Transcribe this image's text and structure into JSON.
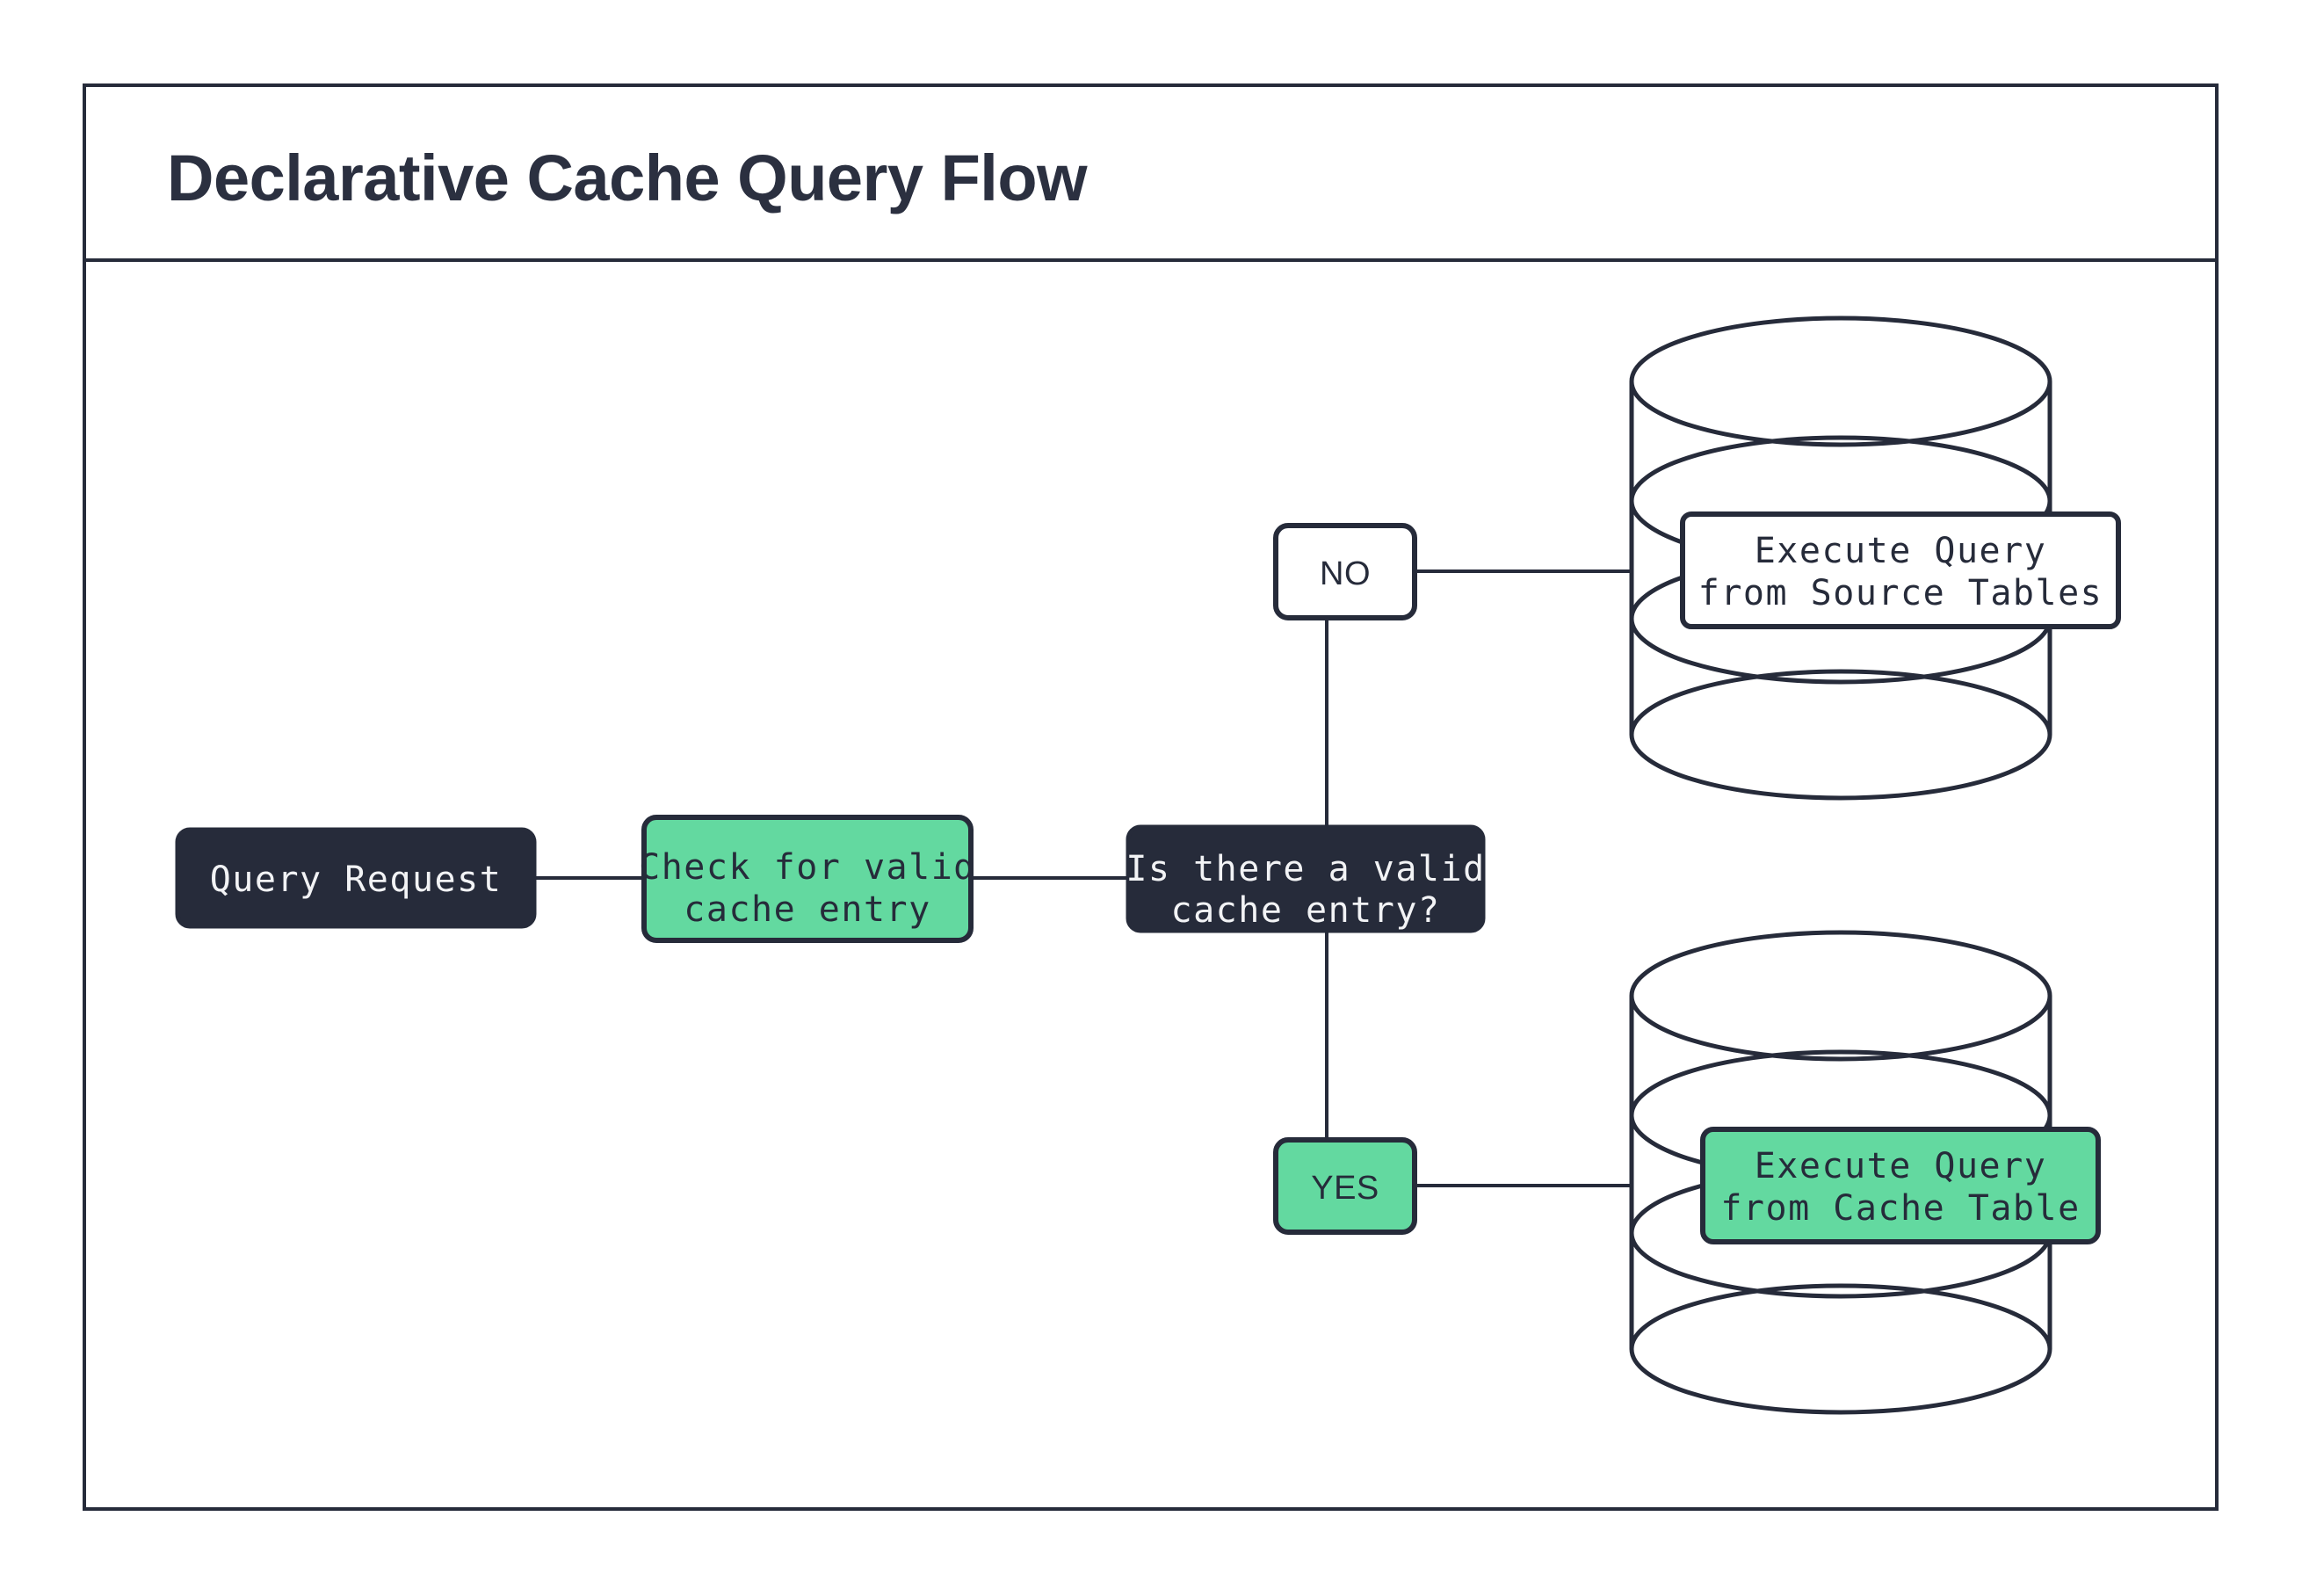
{
  "diagram": {
    "title": "Declarative Cache Query Flow",
    "colors": {
      "ink": "#262b3a",
      "green": "#63d9a0",
      "white": "#ffffff",
      "text_light": "#f2f3f5"
    },
    "nodes": {
      "query_request": {
        "label": "Query Request",
        "style": "dark"
      },
      "check_cache": {
        "line1": "Check for valid",
        "line2": "cache entry",
        "style": "green"
      },
      "decision": {
        "line1": "Is there a valid",
        "line2": "cache entry?",
        "style": "dark"
      },
      "branch_no": {
        "label": "NO",
        "style": "white"
      },
      "branch_yes": {
        "label": "YES",
        "style": "green"
      },
      "source_tables": {
        "line1": "Execute Query",
        "line2": "from Source Tables",
        "style": "white",
        "container": "database-cylinder"
      },
      "cache_table": {
        "line1": "Execute Query",
        "line2": "from Cache Table",
        "style": "green",
        "container": "database-cylinder"
      }
    },
    "edges": [
      {
        "from": "query_request",
        "to": "check_cache"
      },
      {
        "from": "check_cache",
        "to": "decision"
      },
      {
        "from": "decision",
        "to": "branch_no"
      },
      {
        "from": "branch_no",
        "to": "source_tables"
      },
      {
        "from": "decision",
        "to": "branch_yes"
      },
      {
        "from": "branch_yes",
        "to": "cache_table"
      }
    ]
  }
}
